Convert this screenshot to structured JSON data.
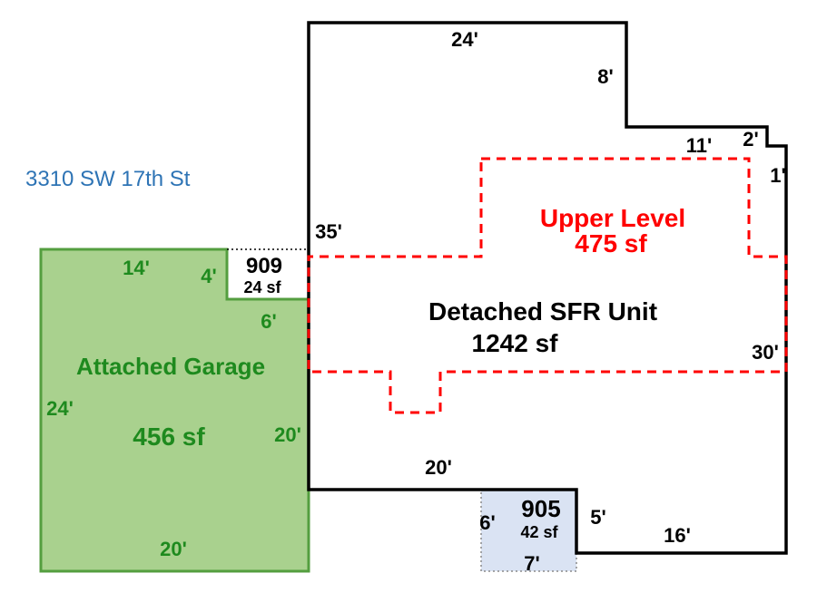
{
  "address": "3310 SW 17th St",
  "units": {
    "sfr": {
      "label": "Detached SFR Unit",
      "area": "1242 sf"
    },
    "upper": {
      "label": "Upper Level",
      "area": "475 sf"
    },
    "garage": {
      "label": "Attached Garage",
      "area": "456 sf"
    },
    "u909": {
      "label": "909",
      "area": "24 sf"
    },
    "u905": {
      "label": "905",
      "area": "42 sf"
    }
  },
  "dims": {
    "top24": "24'",
    "right8": "8'",
    "step11": "11'",
    "step2": "2'",
    "step1": "1'",
    "left35": "35'",
    "right30": "30'",
    "garage_top14": "14'",
    "notch4": "4'",
    "notch6": "6'",
    "garage_left24": "24'",
    "garage_right20": "20'",
    "garage_bottom20": "20'",
    "main_bottom20": "20'",
    "u905_left6": "6'",
    "u905_right5": "5'",
    "u905_bottom7": "7'",
    "bottom16": "16'"
  },
  "colors": {
    "outline": "#000000",
    "red": "#ff0000",
    "green-fill": "#a9d18e",
    "green-border": "#549e3f",
    "green-text": "#1e8a1e",
    "blue": "#2e74b5",
    "blue-fill": "#dae3f3",
    "gray": "#8a8a8a"
  }
}
